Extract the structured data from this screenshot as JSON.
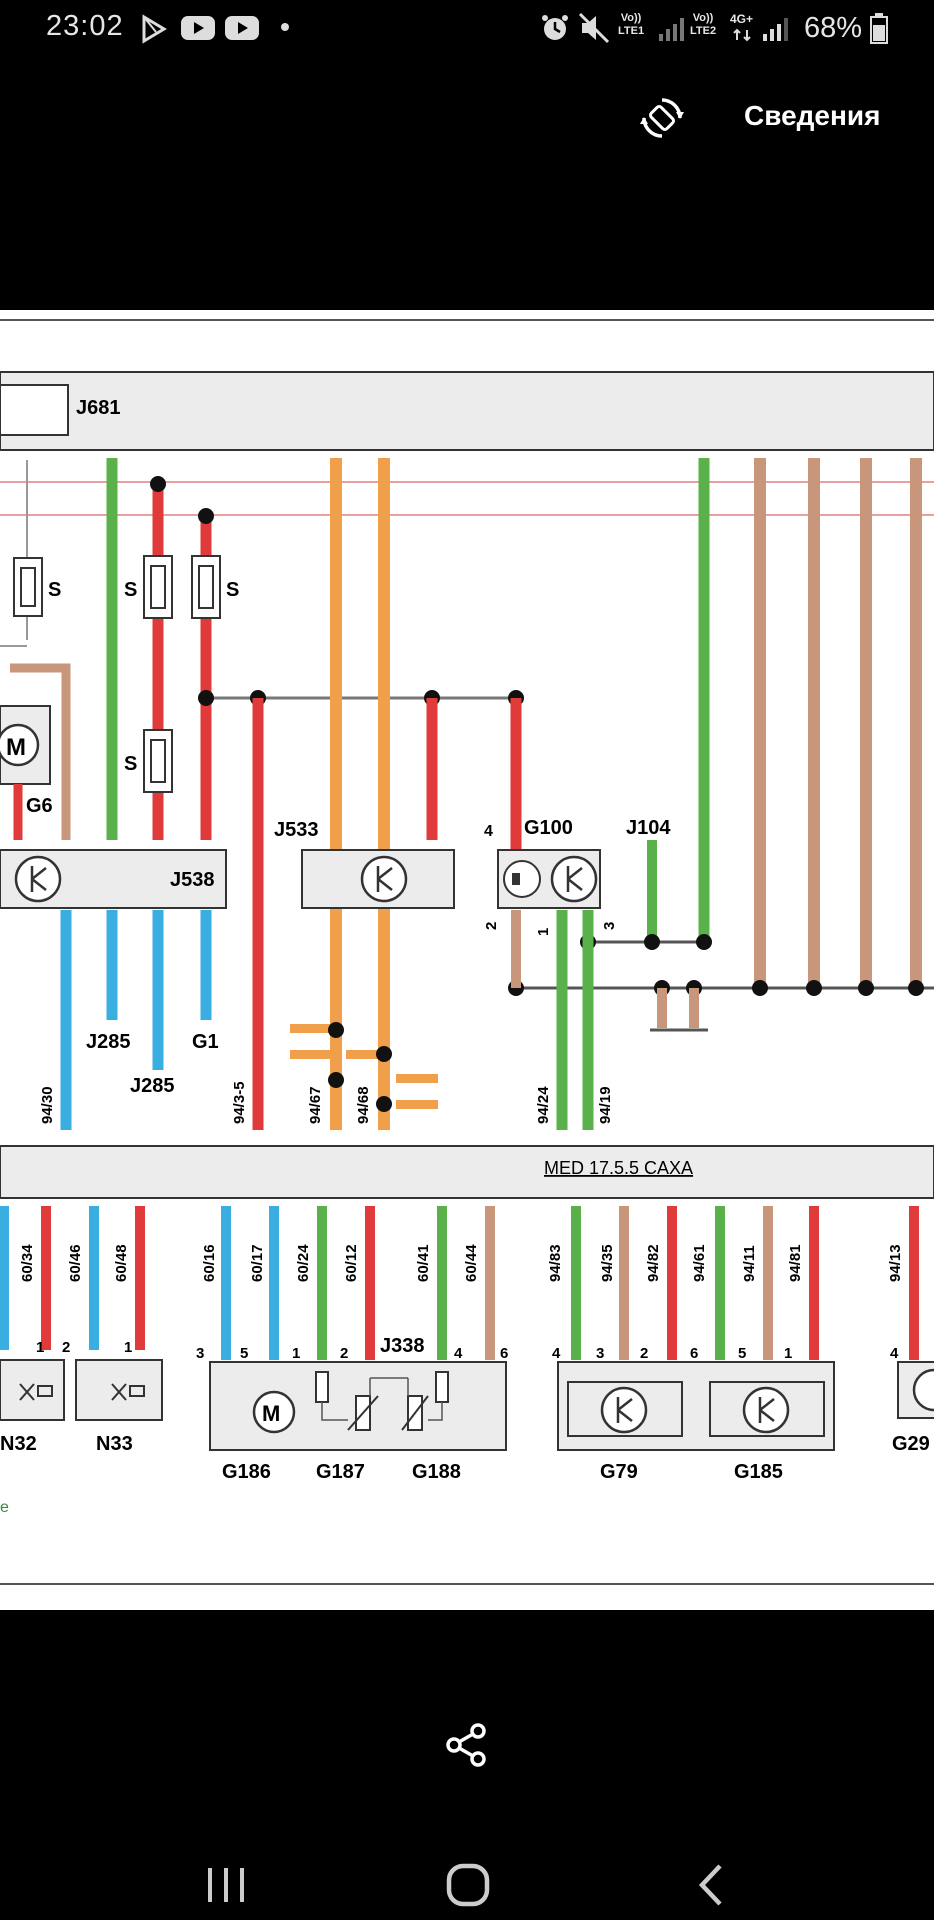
{
  "status": {
    "time": "23:02",
    "battery": "68%",
    "lte1_top": "Vo))",
    "lte1_bottom": "LTE1",
    "lte2_top": "Vo))",
    "lte2_bottom": "LTE2",
    "net": "4G+"
  },
  "header": {
    "info_label": "Сведения",
    "rotate_icon": "rotate-icon"
  },
  "diagram": {
    "top_module": "J681",
    "ecu_label": "MED 17.5.5  CAXA",
    "fuse_label": "S",
    "components": [
      "G6",
      "J538",
      "J533",
      "G100",
      "J104",
      "J285",
      "J285",
      "G1",
      "J338",
      "N32",
      "N33",
      "G186",
      "G187",
      "G188",
      "G79",
      "G185",
      "G29"
    ],
    "upper_pins": [
      "94/30",
      "94/3-5",
      "94/67",
      "94/68",
      "94/24",
      "94/19"
    ],
    "lower_pins": [
      "60/34",
      "60/46",
      "60/48",
      "60/16",
      "60/17",
      "60/24",
      "60/12",
      "60/41",
      "60/44",
      "94/83",
      "94/35",
      "94/82",
      "94/61",
      "94/11",
      "94/81",
      "94/13"
    ],
    "g100_pins": [
      "4",
      "2",
      "1",
      "3"
    ],
    "n32_pins": [
      "1"
    ],
    "n33_pins": [
      "2",
      "1"
    ],
    "j338_pins": [
      "3",
      "5",
      "1",
      "2",
      "4",
      "6"
    ],
    "g79_pins": [
      "4",
      "3",
      "2",
      "6",
      "5",
      "1"
    ],
    "g29_pins": [
      "4"
    ],
    "small_caption": "e",
    "motor_symbol": "M"
  },
  "bottom": {
    "share_icon": "share-icon"
  },
  "nav": {
    "recents_icon": "recents-icon",
    "home_icon": "home-icon",
    "back_icon": "back-icon"
  }
}
